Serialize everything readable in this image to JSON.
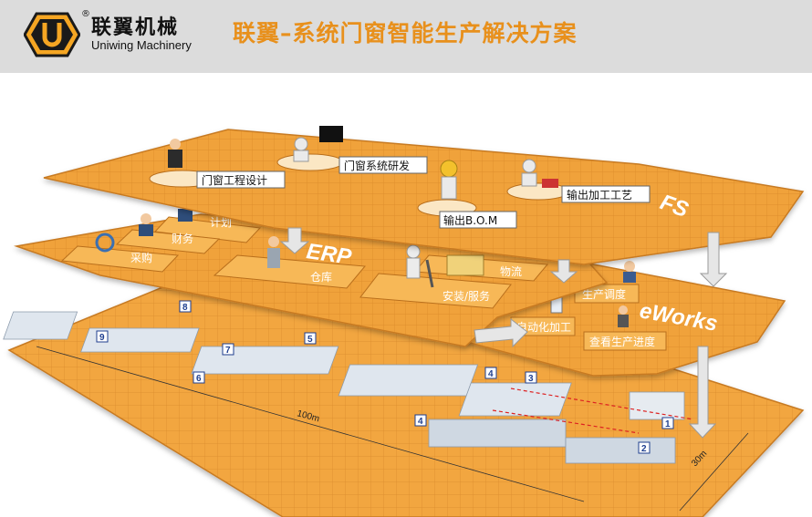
{
  "header": {
    "logo_cn": "联翼机械",
    "logo_en": "Uniwing Machinery",
    "logo_reg": "®",
    "title": "联翼–系统门窗智能生产解决方案"
  },
  "top_layer": {
    "brand": "FS",
    "labels": {
      "engineering_design": "门窗工程设计",
      "system_rd": "门窗系统研发",
      "bom": "输出B.O.M",
      "process_output": "输出加工工艺"
    }
  },
  "middle_layer": {
    "brand": "ERP",
    "labels": {
      "plan": "计划",
      "finance": "财务",
      "purchase": "采购",
      "warehouse": "仓库",
      "install_service": "安装/服务",
      "logistics": "物流"
    }
  },
  "works_layer": {
    "brand": "eWorks",
    "labels": {
      "schedule": "生产调度",
      "automation": "自动化加工",
      "progress": "查看生产进度"
    }
  },
  "factory": {
    "station_numbers": [
      "1",
      "2",
      "3",
      "4",
      "4",
      "5",
      "6",
      "7",
      "8",
      "9"
    ],
    "dim_length": "100m",
    "dim_width": "30m"
  },
  "colors": {
    "layer_orange": "#f0a23a",
    "grid_line": "#d9892a",
    "title_orange": "#e8901c",
    "header_gray": "#dcdcdc"
  }
}
